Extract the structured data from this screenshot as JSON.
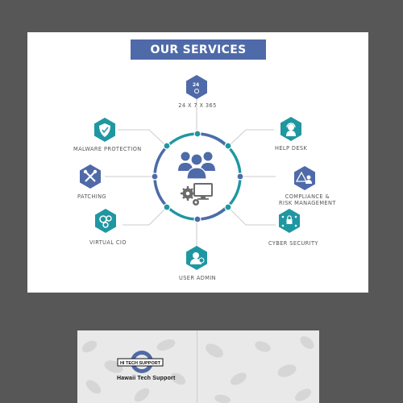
{
  "banner": {
    "title": "OUR SERVICES"
  },
  "diagram": {
    "center_icons": [
      "users-icon",
      "gear-monitor-icon"
    ],
    "colors": {
      "teal": "#1f97a1",
      "blue": "#4f6aa8",
      "ring_gray": "#cfcfcf"
    },
    "services": [
      {
        "key": "support",
        "label": "24 X 7 X 365",
        "icon": "support-24-icon",
        "icon_text": "24",
        "color": "#4f6aa8"
      },
      {
        "key": "helpdesk",
        "label": "HELP DESK",
        "icon": "headset-icon",
        "color": "#1f97a1"
      },
      {
        "key": "compliance",
        "label": "COMPLIANCE &\nRISK MANAGEMENT",
        "label_lines": [
          "COMPLIANCE &",
          "RISK MANAGEMENT"
        ],
        "icon": "warning-person-icon",
        "color": "#4f6aa8"
      },
      {
        "key": "cyber",
        "label": "CYBER SECURITY",
        "icon": "lock-network-icon",
        "color": "#1f97a1"
      },
      {
        "key": "useradmin",
        "label": "USER ADMIN",
        "icon": "user-admin-icon",
        "color": "#1f97a1"
      },
      {
        "key": "vcio",
        "label": "VIRTUAL CIO",
        "icon": "cio-gears-icon",
        "color": "#1f97a1"
      },
      {
        "key": "patching",
        "label": "PATCHING",
        "icon": "tools-icon",
        "color": "#4f6aa8"
      },
      {
        "key": "malware",
        "label": "MALWARE PROTECTION",
        "icon": "shield-icon",
        "color": "#1f97a1"
      }
    ]
  },
  "cover": {
    "badge_text": "HI TECH SUPPORT",
    "company": "Hawaii Tech Support",
    "pattern_icon": "leaf-pattern-icon"
  }
}
